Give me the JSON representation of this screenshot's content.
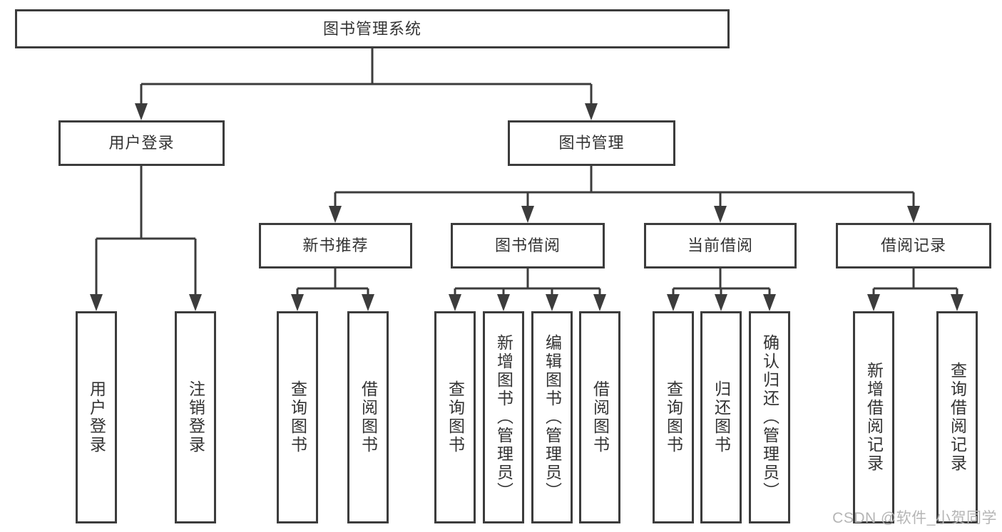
{
  "tree": {
    "label": "图书管理系统",
    "children": [
      {
        "label": "用户登录",
        "children": [
          {
            "label": "用户登录"
          },
          {
            "label": "注销登录"
          }
        ]
      },
      {
        "label": "图书管理",
        "children": [
          {
            "label": "新书推荐",
            "children": [
              {
                "label": "查询图书"
              },
              {
                "label": "借阅图书"
              }
            ]
          },
          {
            "label": "图书借阅",
            "children": [
              {
                "label": "查询图书"
              },
              {
                "label": "新增图书（管理员）"
              },
              {
                "label": "编辑图书（管理员）"
              },
              {
                "label": "借阅图书"
              }
            ]
          },
          {
            "label": "当前借阅",
            "children": [
              {
                "label": "查询图书"
              },
              {
                "label": "归还图书"
              },
              {
                "label": "确认归还（管理员）"
              }
            ]
          },
          {
            "label": "借阅记录",
            "children": [
              {
                "label": "新增借阅记录"
              },
              {
                "label": "查询借阅记录"
              }
            ]
          }
        ]
      }
    ]
  },
  "watermark": {
    "text": "CSDN @软件_小贺同学"
  },
  "colors": {
    "line": "#3c3c3c",
    "box_border": "#3c3c3c",
    "text": "#333333",
    "watermark": "#b5b5b5",
    "background": "#ffffff"
  }
}
